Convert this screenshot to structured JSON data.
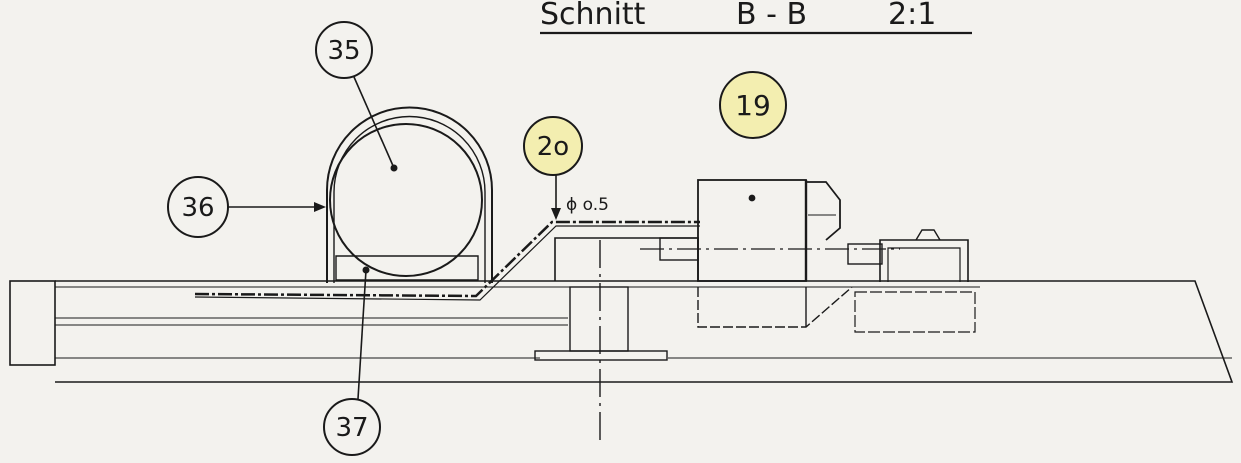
{
  "title": {
    "section": "Schnitt",
    "name": "B - B",
    "scale": "2:1"
  },
  "balloons": [
    {
      "id": "35",
      "label": "35",
      "highlight": false
    },
    {
      "id": "36",
      "label": "36",
      "highlight": false
    },
    {
      "id": "37",
      "label": "37",
      "highlight": false
    },
    {
      "id": "20",
      "label": "2o",
      "highlight": true
    },
    {
      "id": "19",
      "label": "19",
      "highlight": true
    }
  ],
  "annotation": {
    "diameter_label": "ϕ o.5"
  },
  "colors": {
    "ink": "#1a1a1a",
    "paper": "#f3f2ee",
    "highlight": "#f3eeb0"
  }
}
